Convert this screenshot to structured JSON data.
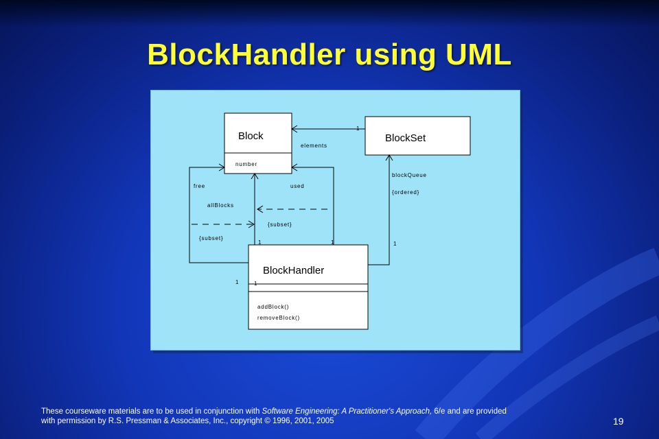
{
  "slide": {
    "title": "BlockHandler using UML",
    "page_number": "19"
  },
  "diagram": {
    "classes": {
      "block": {
        "name": "Block",
        "attribute": "number"
      },
      "blockset": {
        "name": "BlockSet"
      },
      "blockhandler": {
        "name": "BlockHandler",
        "op_1": "addBlock()",
        "op_2": "removeBlock()"
      }
    },
    "labels": {
      "elements": "elements",
      "blockQueue": "blockQueue",
      "ordered": "{ordered}",
      "free": "free",
      "used": "used",
      "allBlocks": "allBlocks",
      "subset_1": "{subset}",
      "subset_2": "{subset}",
      "mult_1a": "1",
      "mult_1b": "1",
      "mult_1c": "1",
      "mult_1d": "1",
      "mult_1e": "1",
      "mult_1f": "1"
    }
  },
  "footer": {
    "line1_a": "These courseware materials are to be used in conjunction with ",
    "line1_b": "Software Engineering:  A Practitioner's Approach,",
    "line1_c": " 6/e and are provided",
    "line2": "with permission by R.S. Pressman & Associates, Inc., copyright © 1996, 2001, 2005"
  }
}
